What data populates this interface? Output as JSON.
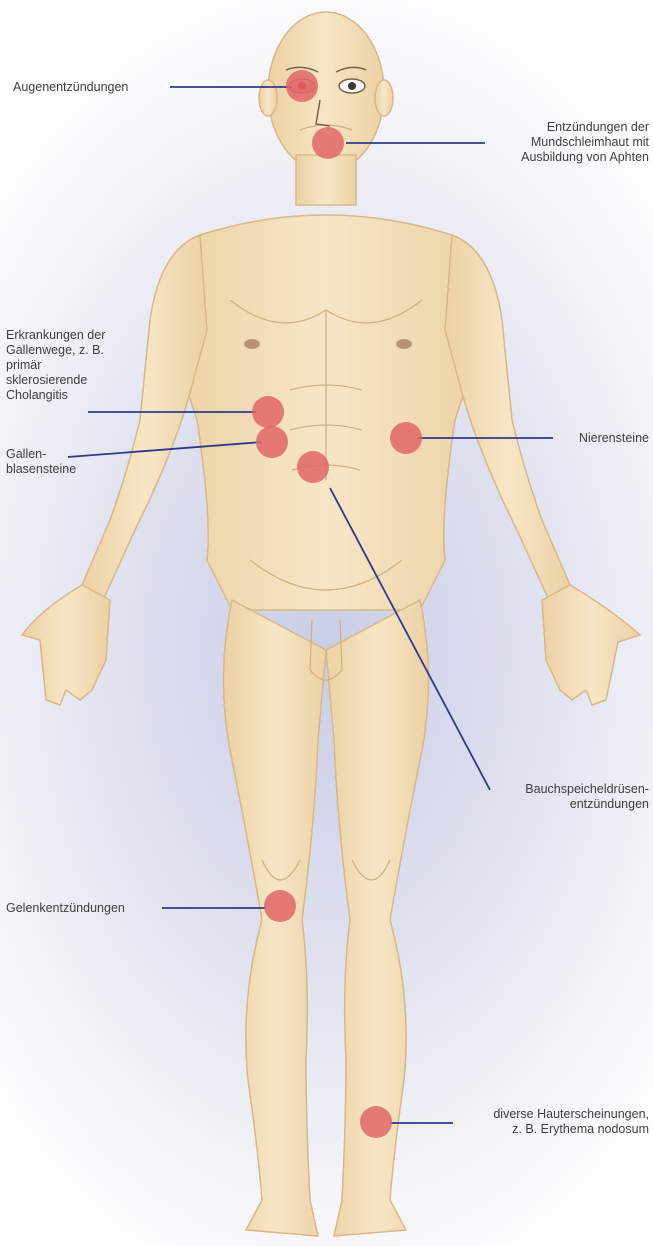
{
  "figure": {
    "annotations": [
      {
        "id": "augen",
        "lines": [
          "Augenentzündungen"
        ]
      },
      {
        "id": "mund",
        "lines": [
          "Entzündungen der",
          "Mundschleimhaut mit",
          "Ausbildung von Aphten"
        ]
      },
      {
        "id": "gallenwege",
        "lines": [
          "Erkrankungen der",
          "Gallenwege, z. B.",
          "primär",
          "sklerosierende",
          "Cholangitis"
        ]
      },
      {
        "id": "gallenblase",
        "lines": [
          "Gallen-",
          "blasensteine"
        ]
      },
      {
        "id": "niere",
        "lines": [
          "Nierensteine"
        ]
      },
      {
        "id": "pankreas",
        "lines": [
          "Bauchspeicheldrüsen-",
          "entzündungen"
        ]
      },
      {
        "id": "gelenk",
        "lines": [
          "Gelenkentzündungen"
        ]
      },
      {
        "id": "haut",
        "lines": [
          "diverse Hauterscheinungen,",
          "z. B. Erythema nodosum"
        ]
      }
    ],
    "colors": {
      "marker": "#e06666",
      "leader": "#2d3a8c",
      "skin": "#f3dfb8",
      "skin_shadow": "#e6c896",
      "background": "#d3d6ea"
    }
  }
}
